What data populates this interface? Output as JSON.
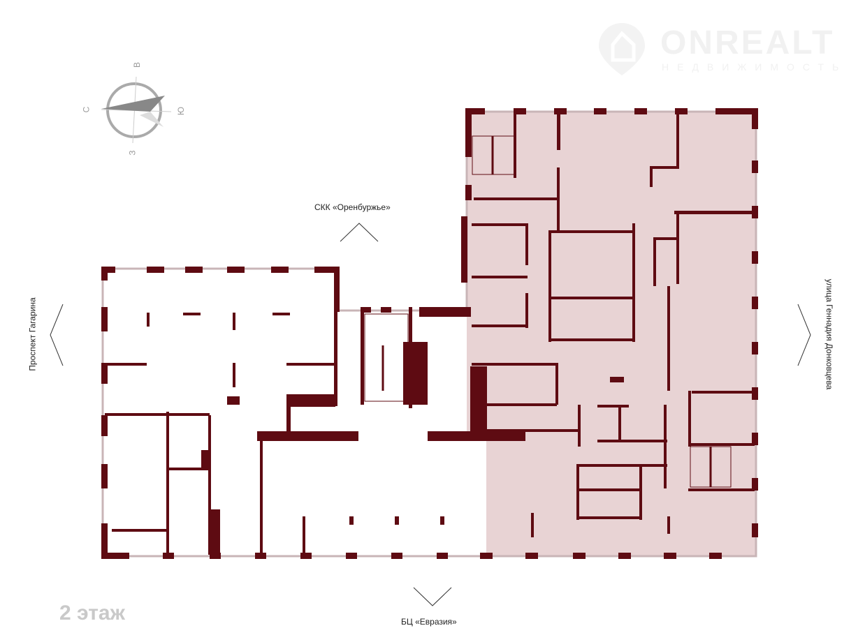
{
  "floor_label": "2 этаж",
  "directions": {
    "north_label": "СКК «Оренбуржье»",
    "south_label": "БЦ «Евразия»",
    "west_label": "Проспект Гагарина",
    "east_label": "улица Геннадия Донковцева"
  },
  "compass": {
    "n": "С",
    "e": "В",
    "s": "Ю",
    "w": "З"
  },
  "logo": {
    "name": "ONREALT",
    "tagline": "НЕДВИЖИМОСТЬ"
  },
  "colors": {
    "wall": "#5e0b12",
    "highlight": "#e8d3d4",
    "outline": "#c9b5b7"
  }
}
